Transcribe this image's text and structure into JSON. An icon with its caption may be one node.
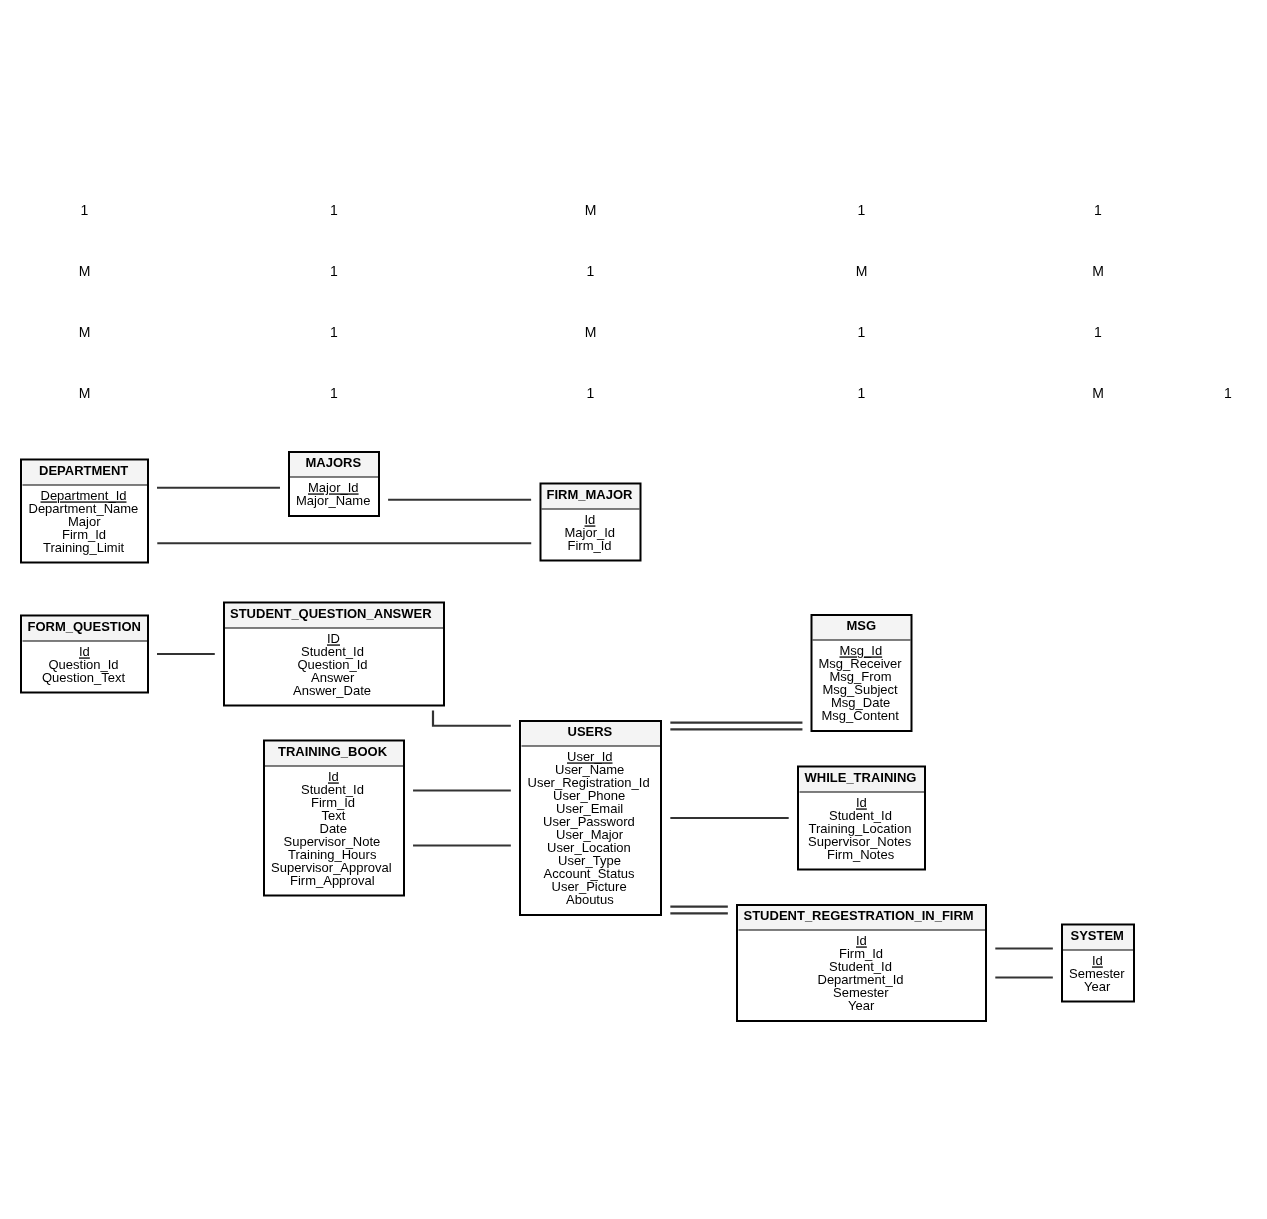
{
  "diagram": {
    "nodes": [
      {
        "text": [
          "FORM_QUESTION",
          "Id",
          "Question_Id",
          "Question_Text"
        ]
      },
      {
        "text": [
          "STUDENT_QUESTION_ANSWER",
          "ID",
          "Student_Id",
          "Question_Id",
          "Answer",
          "Answer_Date"
        ]
      },
      {
        "text": [
          "USERS",
          "User_Id",
          "User_Name",
          "User_Registration_Id",
          "User_Phone",
          "User_Email",
          "User_Password",
          "User_Major",
          "User_Location",
          "User_Type",
          "Account_Status",
          "User_Picture",
          "Aboutus"
        ]
      },
      {
        "text": [
          "MSG",
          "Msg_Id",
          "Msg_Receiver",
          "Msg_From",
          "Msg_Subject",
          "Msg_Date",
          "Msg_Content"
        ]
      },
      {
        "text": [
          "WHILE_TRAINING",
          "Id",
          "Student_Id",
          "Training_Location",
          "Supervisor_Notes",
          "Firm_Notes"
        ]
      },
      {
        "text": [
          "TRAINING_BOOK",
          "Id",
          "Student_Id",
          "Firm_Id",
          "Text",
          "Date",
          "Supervisor_Note",
          "Training_Hours",
          "Supervisor_Approval",
          "Firm_Approval"
        ]
      },
      {
        "text": [
          "STUDENT_REGESTRATION_IN_FIRM",
          "Id",
          "Firm_Id",
          "Student_Id",
          "Department_Id",
          "Semester",
          "Year"
        ]
      },
      {
        "text": [
          "MAJORS",
          "Major_Id",
          "Major_Name"
        ]
      },
      {
        "text": [
          "SYSTEM",
          "Id",
          "Semester",
          "Year"
        ]
      },
      {
        "text": [
          "DEPARTMENT",
          "Department_Id",
          "Department_Name",
          "Major",
          "Firm_Id",
          "Training_Limit"
        ]
      },
      {
        "text": [
          "FIRM_MAJOR",
          "Id",
          "Major_Id",
          "Firm_Id"
        ]
      }
    ],
    "edges": [
      {
        "from": 0,
        "to": 1,
        "arrow": "none"
      },
      {
        "from": 1,
        "to": 2,
        "arrow": "none"
      },
      {
        "from": 5,
        "to": 2,
        "arrow": "none"
      },
      {
        "from": 5,
        "to": 2,
        "arrow": "none"
      },
      {
        "from": 2,
        "to": 3,
        "arrow": "none"
      },
      {
        "from": 2,
        "to": 3,
        "arrow": "none"
      },
      {
        "from": 2,
        "to": 4,
        "arrow": "none"
      },
      {
        "from": 2,
        "to": 6,
        "arrow": "none"
      },
      {
        "from": 2,
        "to": 6,
        "arrow": "none"
      },
      {
        "from": 6,
        "to": 8,
        "arrow": "none"
      },
      {
        "from": 6,
        "to": 8,
        "arrow": "none"
      },
      {
        "from": 9,
        "to": 7,
        "arrow": "none"
      },
      {
        "from": 7,
        "to": 10,
        "arrow": "none"
      },
      {
        "from": 9,
        "to": 10,
        "arrow": "none"
      }
    ],
    "labels": [
      "M",
      "M",
      "M",
      "1",
      "1",
      "1",
      "1",
      "1",
      "1",
      "M",
      "1",
      "M",
      "1",
      "1",
      "M",
      "1",
      "M",
      "1",
      "M",
      "1",
      "1"
    ]
  }
}
